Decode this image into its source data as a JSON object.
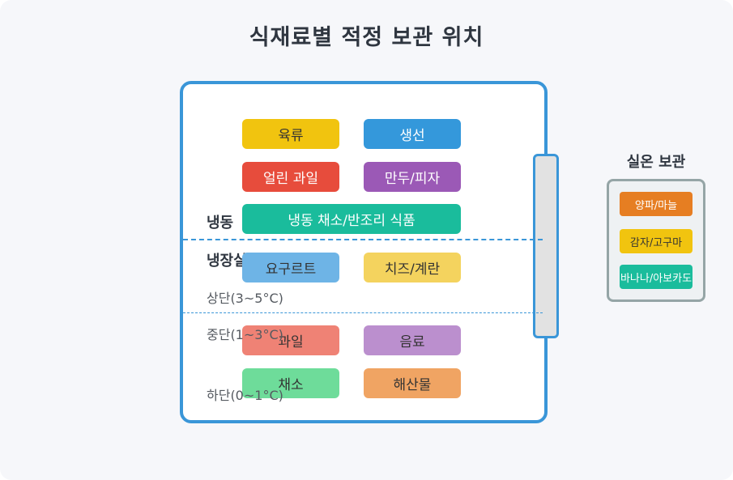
{
  "title": "식재료별 적정 보관 위치",
  "fridge": {
    "freezer_label": "냉동",
    "fridge_label": "냉장실",
    "shelves": {
      "upper": "상단(3~5°C)",
      "middle": "중단(1~3°C)",
      "lower": "하단(0~1°C)"
    },
    "freezer_items": [
      {
        "label": "육류",
        "color": "#f1c40f"
      },
      {
        "label": "생선",
        "color": "#3498db"
      },
      {
        "label": "얼린 과일",
        "color": "#e74c3c"
      },
      {
        "label": "만두/피자",
        "color": "#9b59b6"
      },
      {
        "label": "냉동 채소/반조리 식품",
        "color": "#1abc9c"
      }
    ],
    "upper_items": [
      {
        "label": "요구르트",
        "color": "#6eb4e6"
      },
      {
        "label": "치즈/계란",
        "color": "#f4d35e"
      }
    ],
    "middle_items": [
      {
        "label": "과일",
        "color": "#ef8275"
      },
      {
        "label": "음료",
        "color": "#bb8fce"
      }
    ],
    "lower_items": [
      {
        "label": "채소",
        "color": "#6edc9a"
      },
      {
        "label": "해산물",
        "color": "#f0a463"
      }
    ]
  },
  "pantry": {
    "title": "실온 보관",
    "items": [
      {
        "label": "양파/마늘",
        "color": "#e67e22"
      },
      {
        "label": "감자/고구마",
        "color": "#f1c40f"
      },
      {
        "label": "바나나/아보카도",
        "color": "#1abc9c"
      }
    ]
  }
}
